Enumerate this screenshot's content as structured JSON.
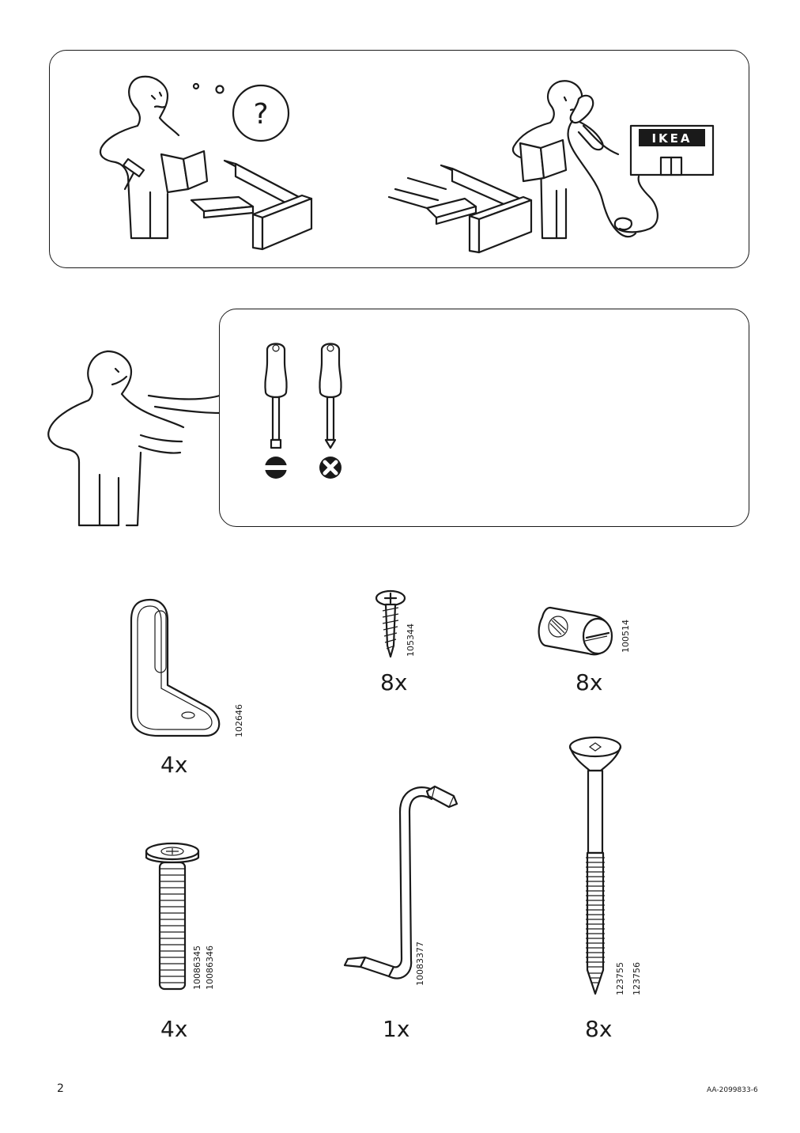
{
  "assistance_panel": {
    "help_sign": "?",
    "store_sign": "IKEA"
  },
  "tools_panel": {
    "tools": [
      {
        "name": "flathead-screwdriver",
        "head_icon": "slot-icon"
      },
      {
        "name": "phillips-screwdriver",
        "head_icon": "cross-icon"
      }
    ]
  },
  "parts": [
    {
      "name": "angle-bracket",
      "quantity": "4x",
      "article_numbers": [
        "102646"
      ]
    },
    {
      "name": "wood-screw",
      "quantity": "8x",
      "article_numbers": [
        "105344"
      ]
    },
    {
      "name": "cross-dowel-nut",
      "quantity": "8x",
      "article_numbers": [
        "100514"
      ]
    },
    {
      "name": "bolt",
      "quantity": "4x",
      "article_numbers": [
        "10086345",
        "10086346"
      ]
    },
    {
      "name": "allen-key",
      "quantity": "1x",
      "article_numbers": [
        "10083377"
      ]
    },
    {
      "name": "long-bolt",
      "quantity": "8x",
      "article_numbers": [
        "123755",
        "123756"
      ]
    }
  ],
  "footer": {
    "page_number": "2",
    "document_code": "AA-2099833-6"
  }
}
